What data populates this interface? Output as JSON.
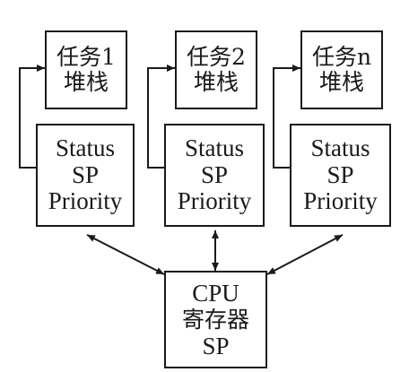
{
  "tasks": [
    {
      "stack": [
        "任务1",
        "堆栈"
      ],
      "tcb": [
        "Status",
        "SP",
        "Priority"
      ]
    },
    {
      "stack": [
        "任务2",
        "堆栈"
      ],
      "tcb": [
        "Status",
        "SP",
        "Priority"
      ]
    },
    {
      "stack": [
        "任务n",
        "堆栈"
      ],
      "tcb": [
        "Status",
        "SP",
        "Priority"
      ]
    }
  ],
  "cpu": {
    "lines": [
      "CPU",
      "寄存器",
      "SP"
    ]
  },
  "colors": {
    "stroke": "#1a1a1a",
    "background": "#ffffff"
  }
}
